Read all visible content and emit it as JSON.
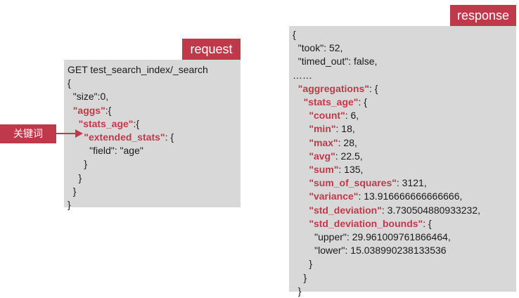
{
  "labels": {
    "request": "request",
    "response": "response",
    "keyword": "关键词"
  },
  "request": {
    "lines": [
      "GET test_search_index/_search",
      "{",
      "  \"size\":0,",
      "  \"aggs\":{",
      "    \"stats_age\":{",
      "      \"extended_stats\": {",
      "        \"field\": \"age\"",
      "      }",
      "    }",
      "  }",
      "}"
    ]
  },
  "response": {
    "lines": [
      "{",
      "  \"took\": 52,",
      "  \"timed_out\": false,",
      "……",
      "  \"aggregations\": {",
      "    \"stats_age\": {",
      "      \"count\": 6,",
      "      \"min\": 18,",
      "      \"max\": 28,",
      "      \"avg\": 22.5,",
      "      \"sum\": 135,",
      "      \"sum_of_squares\": 3121,",
      "      \"variance\": 13.916666666666666,",
      "      \"std_deviation\": 3.730504880933232,",
      "      \"std_deviation_bounds\": {",
      "        \"upper\": 29.961009761866464,",
      "        \"lower\": 15.038990238133536",
      "      }",
      "    }",
      "  }"
    ]
  },
  "highlight_keys": [
    "aggs",
    "stats_age",
    "extended_stats",
    "aggregations",
    "count",
    "min",
    "max",
    "avg",
    "sum",
    "sum_of_squares",
    "variance",
    "std_deviation",
    "std_deviation_bounds"
  ],
  "colors": {
    "accent": "#c0394b",
    "panel": "#d8d8d8"
  }
}
